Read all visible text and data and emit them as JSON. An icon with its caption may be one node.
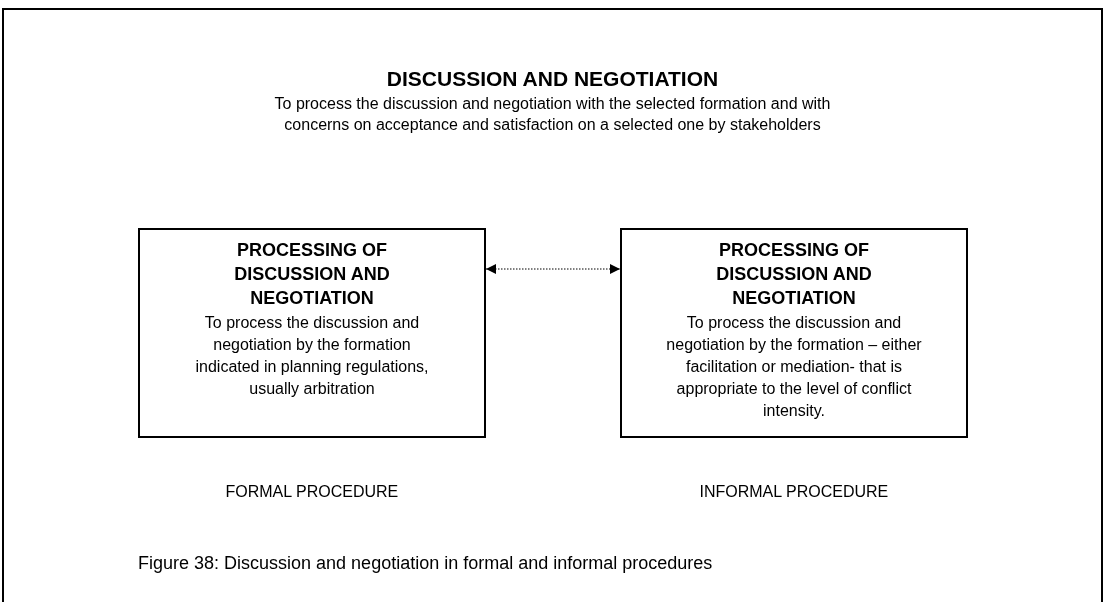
{
  "diagram": {
    "caption": "Figure 38: Discussion and negotiation in formal and informal procedures",
    "nodes": [
      {
        "text": [
          "DISCUSSION AND NEGOTIATION",
          "To process the discussion and negotiation with the selected formation and with concerns on acceptance and satisfaction on a selected one by stakeholders"
        ]
      },
      {
        "text": [
          "PROCESSING OF DISCUSSION AND NEGOTIATION",
          "To process the discussion and negotiation by the formation indicated in planning regulations, usually arbitration"
        ],
        "in": 0,
        "beside": [
          "FORMAL PROCEDURE"
        ]
      },
      {
        "text": [
          "PROCESSING OF DISCUSSION AND NEGOTIATION",
          "To process the discussion and negotiation by the formation – either facilitation or mediation- that is appropriate to the level of conflict intensity."
        ],
        "in": 0,
        "beside": [
          "INFORMAL PROCEDURE"
        ]
      }
    ],
    "edges": [
      {
        "from": 1,
        "to": 2,
        "arrow": "both",
        "style": "dashed"
      }
    ]
  }
}
